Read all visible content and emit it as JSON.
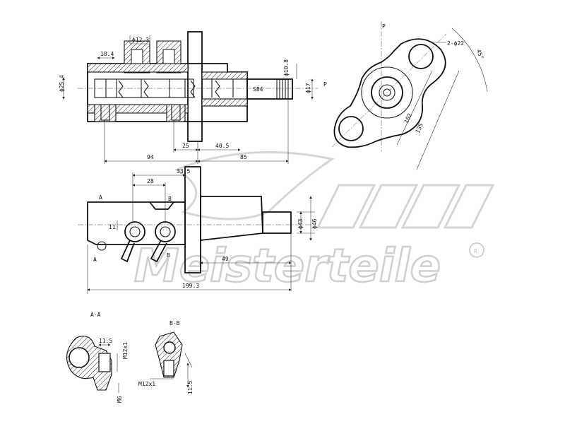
{
  "watermark": {
    "brand_text": "Meisterteile",
    "registered_mark": "R"
  },
  "views": {
    "front_section": {
      "dims": {
        "phi_12_3": "ϕ12.3",
        "d_18_4": "18.4",
        "phi_25_4": "ϕ25.4",
        "phi_10_8": "ϕ10.8",
        "phi_17": "ϕ17",
        "s84": "S84",
        "d_94": "94",
        "d_25": "25",
        "d_40_5": "40.5",
        "d_85": "85",
        "p": "P"
      }
    },
    "flange_view": {
      "dims": {
        "p": "P",
        "holes": "2-ϕ22",
        "angle": "45°",
        "d_102": "102",
        "d_135": "135"
      }
    },
    "side_view": {
      "dims": {
        "d_33_5": "33.5",
        "d_28": "28",
        "b_top": "B",
        "b_bottom": "B",
        "a_top": "A",
        "a_bottom": "A",
        "d_11": "11",
        "phi_43": "ϕ43",
        "phi_46": "ϕ46",
        "d_49": "49",
        "d_199_3": "199.3"
      }
    },
    "section_a": {
      "title": "A-A",
      "dims": {
        "d_11_5": "11.5",
        "m12": "M12x1",
        "m6": "M6"
      }
    },
    "section_b": {
      "title": "B-B",
      "dims": {
        "m12": "M12x1",
        "d_11_5": "11.5"
      }
    }
  }
}
